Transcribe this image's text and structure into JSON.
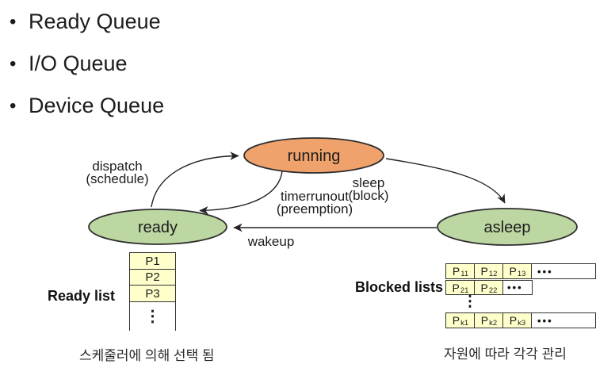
{
  "bullets": [
    {
      "marker": "•",
      "label": "Ready Queue"
    },
    {
      "marker": "•",
      "label": "I/O Queue"
    },
    {
      "marker": "•",
      "label": "Device Queue"
    }
  ],
  "diagram": {
    "states": {
      "running": {
        "label": "running",
        "fill": "#F0A26C"
      },
      "ready": {
        "label": "ready",
        "fill": "#BDD7A3"
      },
      "asleep": {
        "label": "asleep",
        "fill": "#BDD7A3"
      }
    },
    "transitions": {
      "dispatch": {
        "line1": "dispatch",
        "line2": "(schedule)"
      },
      "timerrunout": {
        "line1": "timerrunout",
        "line2": "(preemption)"
      },
      "sleep": {
        "line1": "sleep",
        "line2": "(block)"
      },
      "wakeup": {
        "label": "wakeup"
      }
    }
  },
  "ready_list": {
    "title": "Ready list",
    "items": [
      "P1",
      "P2",
      "P3"
    ],
    "more": "⋮",
    "caption": "스케줄러에 의해 선택 됨"
  },
  "blocked_lists": {
    "title": "Blocked lists",
    "rows": [
      {
        "cells": [
          {
            "p": "P",
            "sub": "11"
          },
          {
            "p": "P",
            "sub": "12"
          },
          {
            "p": "P",
            "sub": "13"
          }
        ],
        "more": "•••"
      },
      {
        "cells": [
          {
            "p": "P",
            "sub": "21"
          },
          {
            "p": "P",
            "sub": "22"
          }
        ],
        "more": "•••"
      },
      {
        "cells": [
          {
            "p": "P",
            "sub": "k1"
          },
          {
            "p": "P",
            "sub": "k2"
          },
          {
            "p": "P",
            "sub": "k3"
          }
        ],
        "more": "•••"
      }
    ],
    "vmore": "⋮",
    "caption": "자원에 따라 각각 관리"
  },
  "colors": {
    "running_fill": "#F0A26C",
    "ready_fill": "#BDD7A3",
    "asleep_fill": "#BDD7A3",
    "queue_cell_fill": "#FFFFCC",
    "stroke": "#2e2e2e",
    "background": "#ffffff"
  }
}
